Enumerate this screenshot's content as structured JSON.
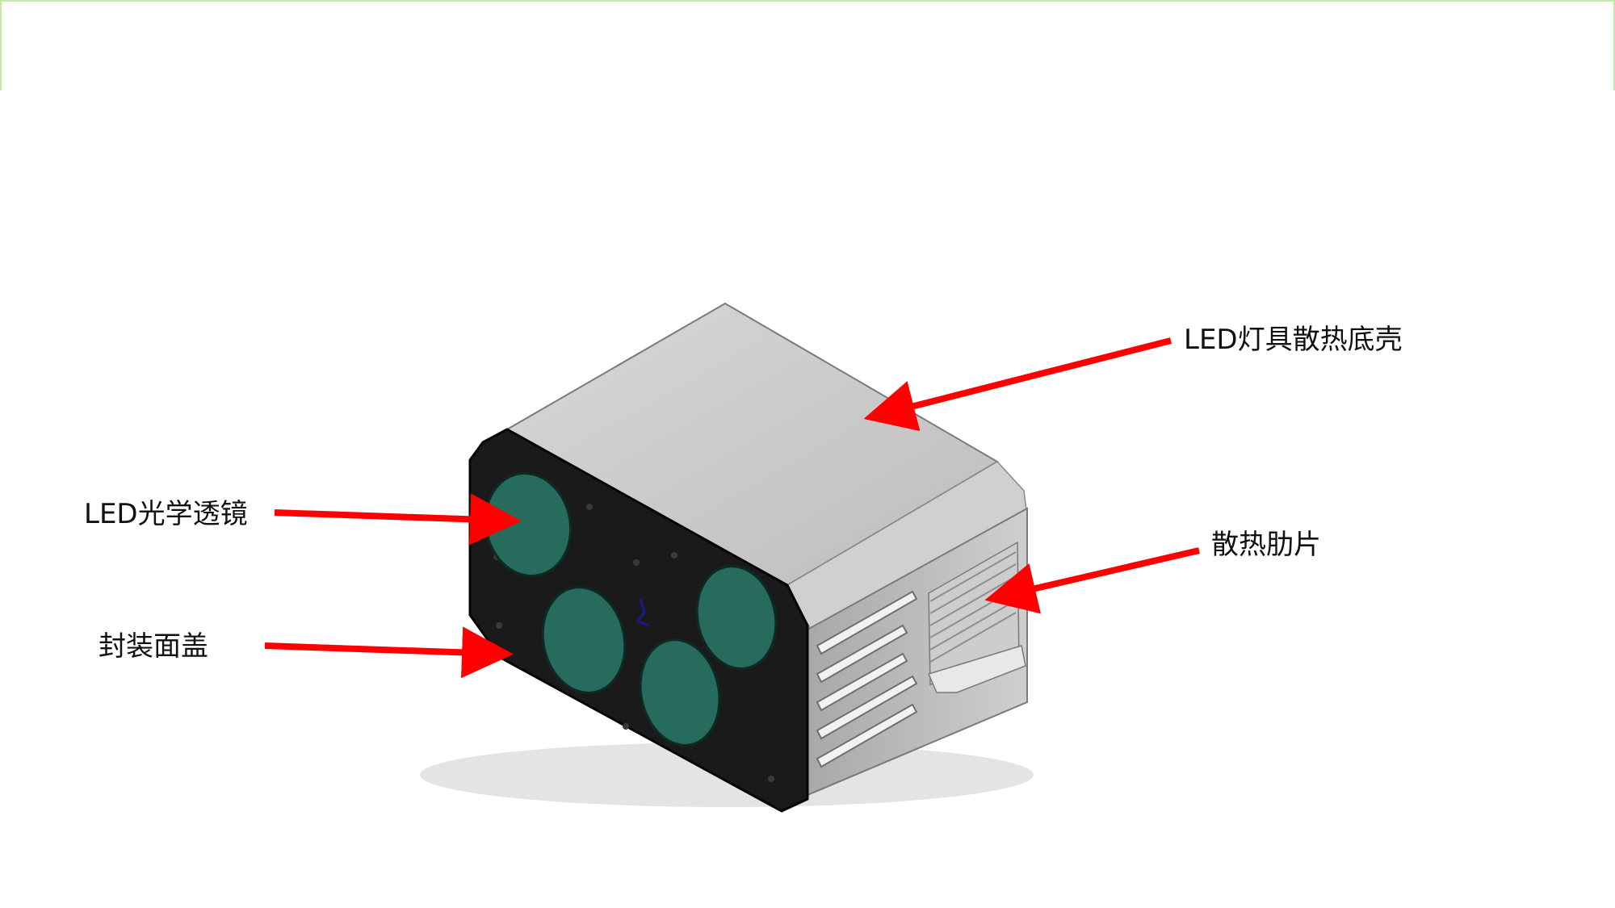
{
  "labels": {
    "housing": "LED灯具散热底壳",
    "lens": "LED光学透镜",
    "fins": "散热肋片",
    "cover": "封装面盖"
  },
  "colors": {
    "arrow": "#ff0000",
    "lens": "#266b5c",
    "face": "#1a1a1a",
    "housing_top": "#c7c7c7",
    "housing_side": "#b4b4b4",
    "frame_border": "#c6e7a6"
  }
}
